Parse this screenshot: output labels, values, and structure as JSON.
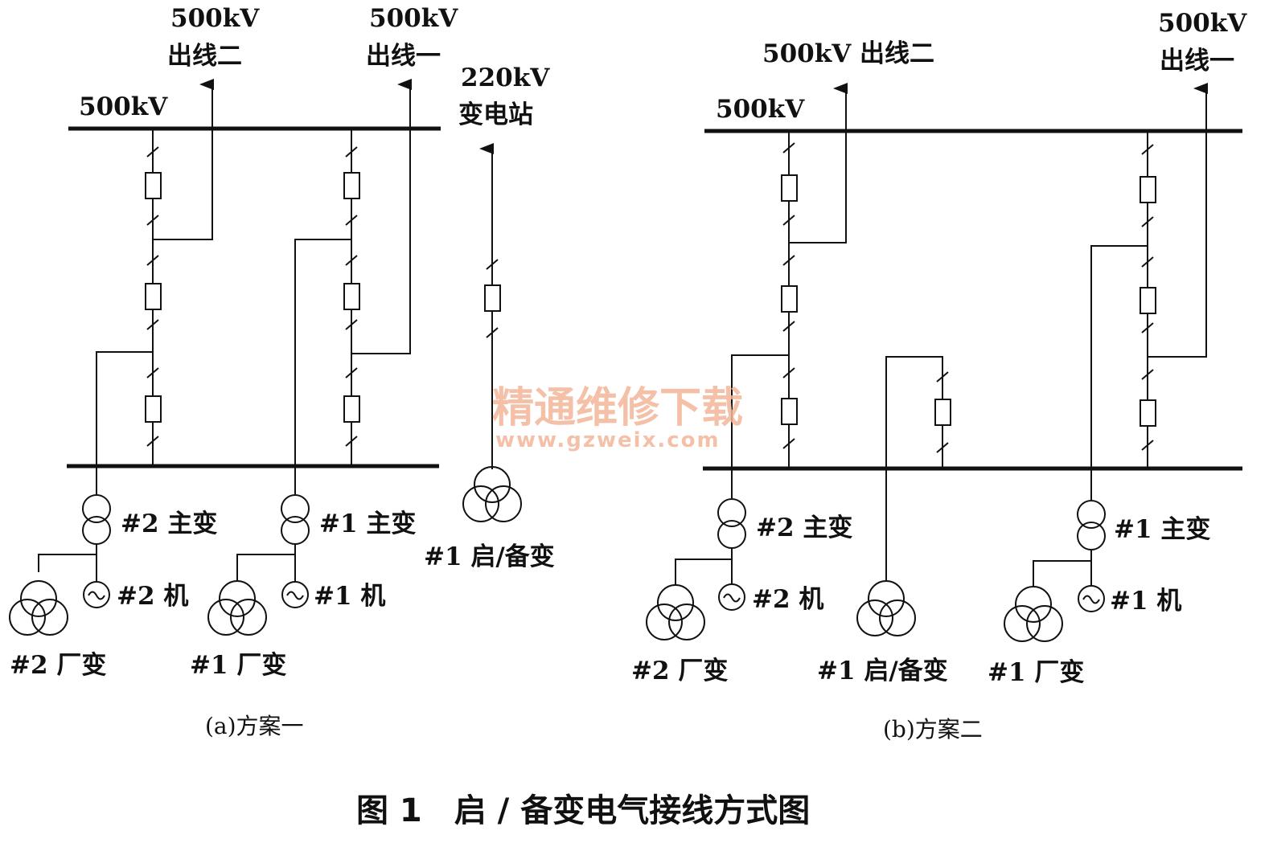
{
  "diagram_a": {
    "bus_label": "500kV",
    "line2_label": [
      "500kV",
      "出线二"
    ],
    "line1_label": [
      "500kV",
      "出线一"
    ],
    "substation_label": [
      "220kV",
      "变电站"
    ],
    "main_transformer_2": "#2 主变",
    "main_transformer_1": "#1 主变",
    "generator_2": "#2 机",
    "generator_1": "#1 机",
    "station_transformer_2": "#2 厂变",
    "station_transformer_1": "#1 厂变",
    "startup_transformer": "#1 启/备变",
    "caption": "(a)方案一"
  },
  "diagram_b": {
    "bus_label": "500kV",
    "line2_label": "500kV 出线二",
    "line1_label": [
      "500kV",
      "出线一"
    ],
    "main_transformer_2": "#2 主变",
    "main_transformer_1": "#1 主变",
    "generator_2": "#2 机",
    "generator_1": "#1 机",
    "station_transformer_2": "#2 厂变",
    "station_transformer_1": "#1 厂变",
    "startup_transformer": "#1 启/备变",
    "caption": "(b)方案二"
  },
  "figure_title": "图 1　启 / 备变电气接线方式图",
  "watermark": {
    "name": "精通维修下载",
    "url": "www.gzweix.com"
  }
}
